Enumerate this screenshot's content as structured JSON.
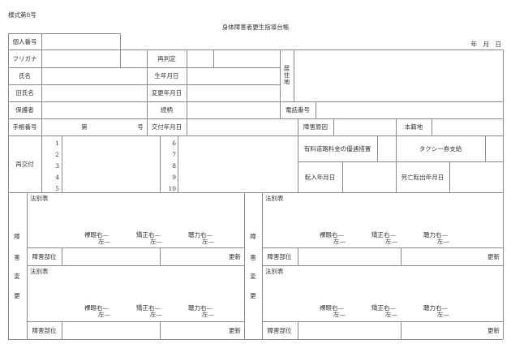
{
  "form_number": "様式第8号",
  "title": "身体障害者更生指導台帳",
  "date_label": "年　月　日",
  "fields": {
    "personal_number": "個人番号",
    "furigana": "フリガナ",
    "rejudgement": "再判定",
    "residence": "居住地",
    "name": "氏名",
    "birth_date": "生年月日",
    "former_name": "旧氏名",
    "change_date": "変更年月日",
    "guardian": "保護者",
    "relationship": "続柄",
    "phone": "電話番号",
    "handbook_number": "手帳番号",
    "handbook_dai": "第",
    "handbook_go": "号",
    "issue_date": "交付年月日",
    "disability_cause": "障害原因",
    "registered_domicile": "本籍地",
    "reissue": "再交付",
    "toll_discount": "有料道路料金の優遇措置",
    "taxi_voucher": "タクシー券支給",
    "move_in_date": "転入年月日",
    "death_move_out_date": "死亡転出年月日"
  },
  "reissue_numbers": [
    "1",
    "2",
    "3",
    "4",
    "5",
    "6",
    "7",
    "8",
    "9",
    "10"
  ],
  "disability_change": {
    "label_chars": [
      "障",
      "害",
      "変",
      "更"
    ],
    "law_table": "法別表",
    "naked_eye": "裸眼右—",
    "corrected": "矯正右—",
    "hearing": "聴力右—",
    "left": "左—",
    "site": "障害部位",
    "renewal": "更新"
  }
}
